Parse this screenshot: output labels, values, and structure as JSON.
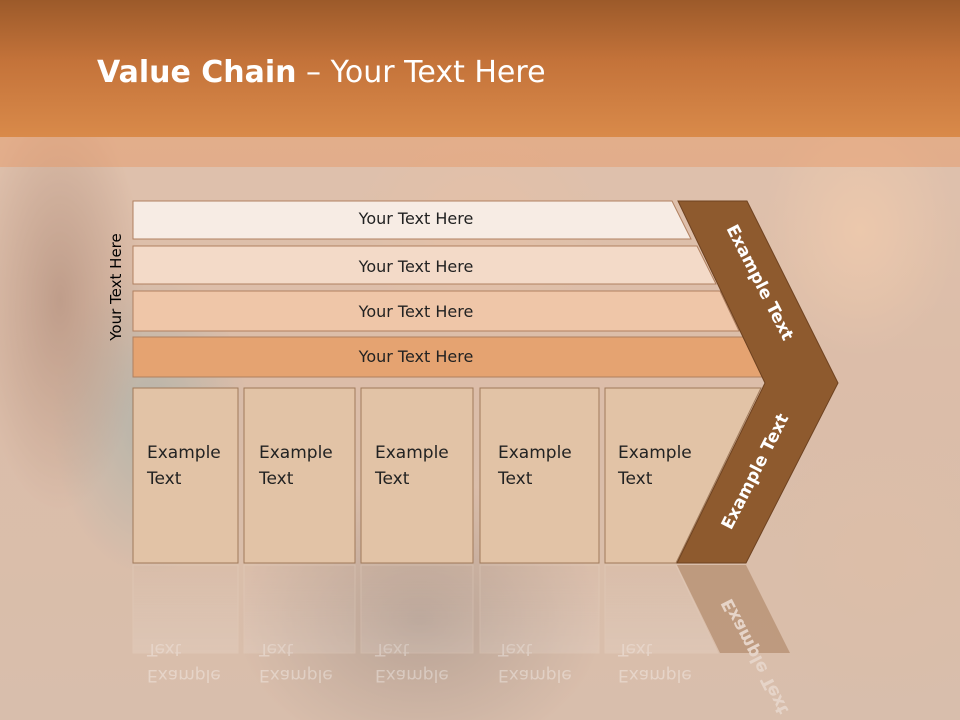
{
  "slide": {
    "title_bold": "Value Chain",
    "title_rest": " – Your Text Here",
    "side_label": "Your Text Here"
  },
  "rows": [
    {
      "label": "Your Text Here",
      "fill": "#f7ece4"
    },
    {
      "label": "Your Text Here",
      "fill": "#f3dac8"
    },
    {
      "label": "Your Text Here",
      "fill": "#efc6a8"
    },
    {
      "label": "Your Text Here",
      "fill": "#e5a371"
    }
  ],
  "boxes": [
    {
      "line1": "Example",
      "line2": "Text"
    },
    {
      "line1": "Example",
      "line2": "Text"
    },
    {
      "line1": "Example",
      "line2": "Text"
    },
    {
      "line1": "Example",
      "line2": "Text"
    },
    {
      "line1": "Example",
      "line2": "Text"
    }
  ],
  "arrow": {
    "upper_label": "Example Text",
    "lower_label": "Example Text",
    "fill": "#8e5a2e"
  },
  "colors": {
    "box_fill": "#e2c3a6",
    "header": "#c4733a"
  }
}
